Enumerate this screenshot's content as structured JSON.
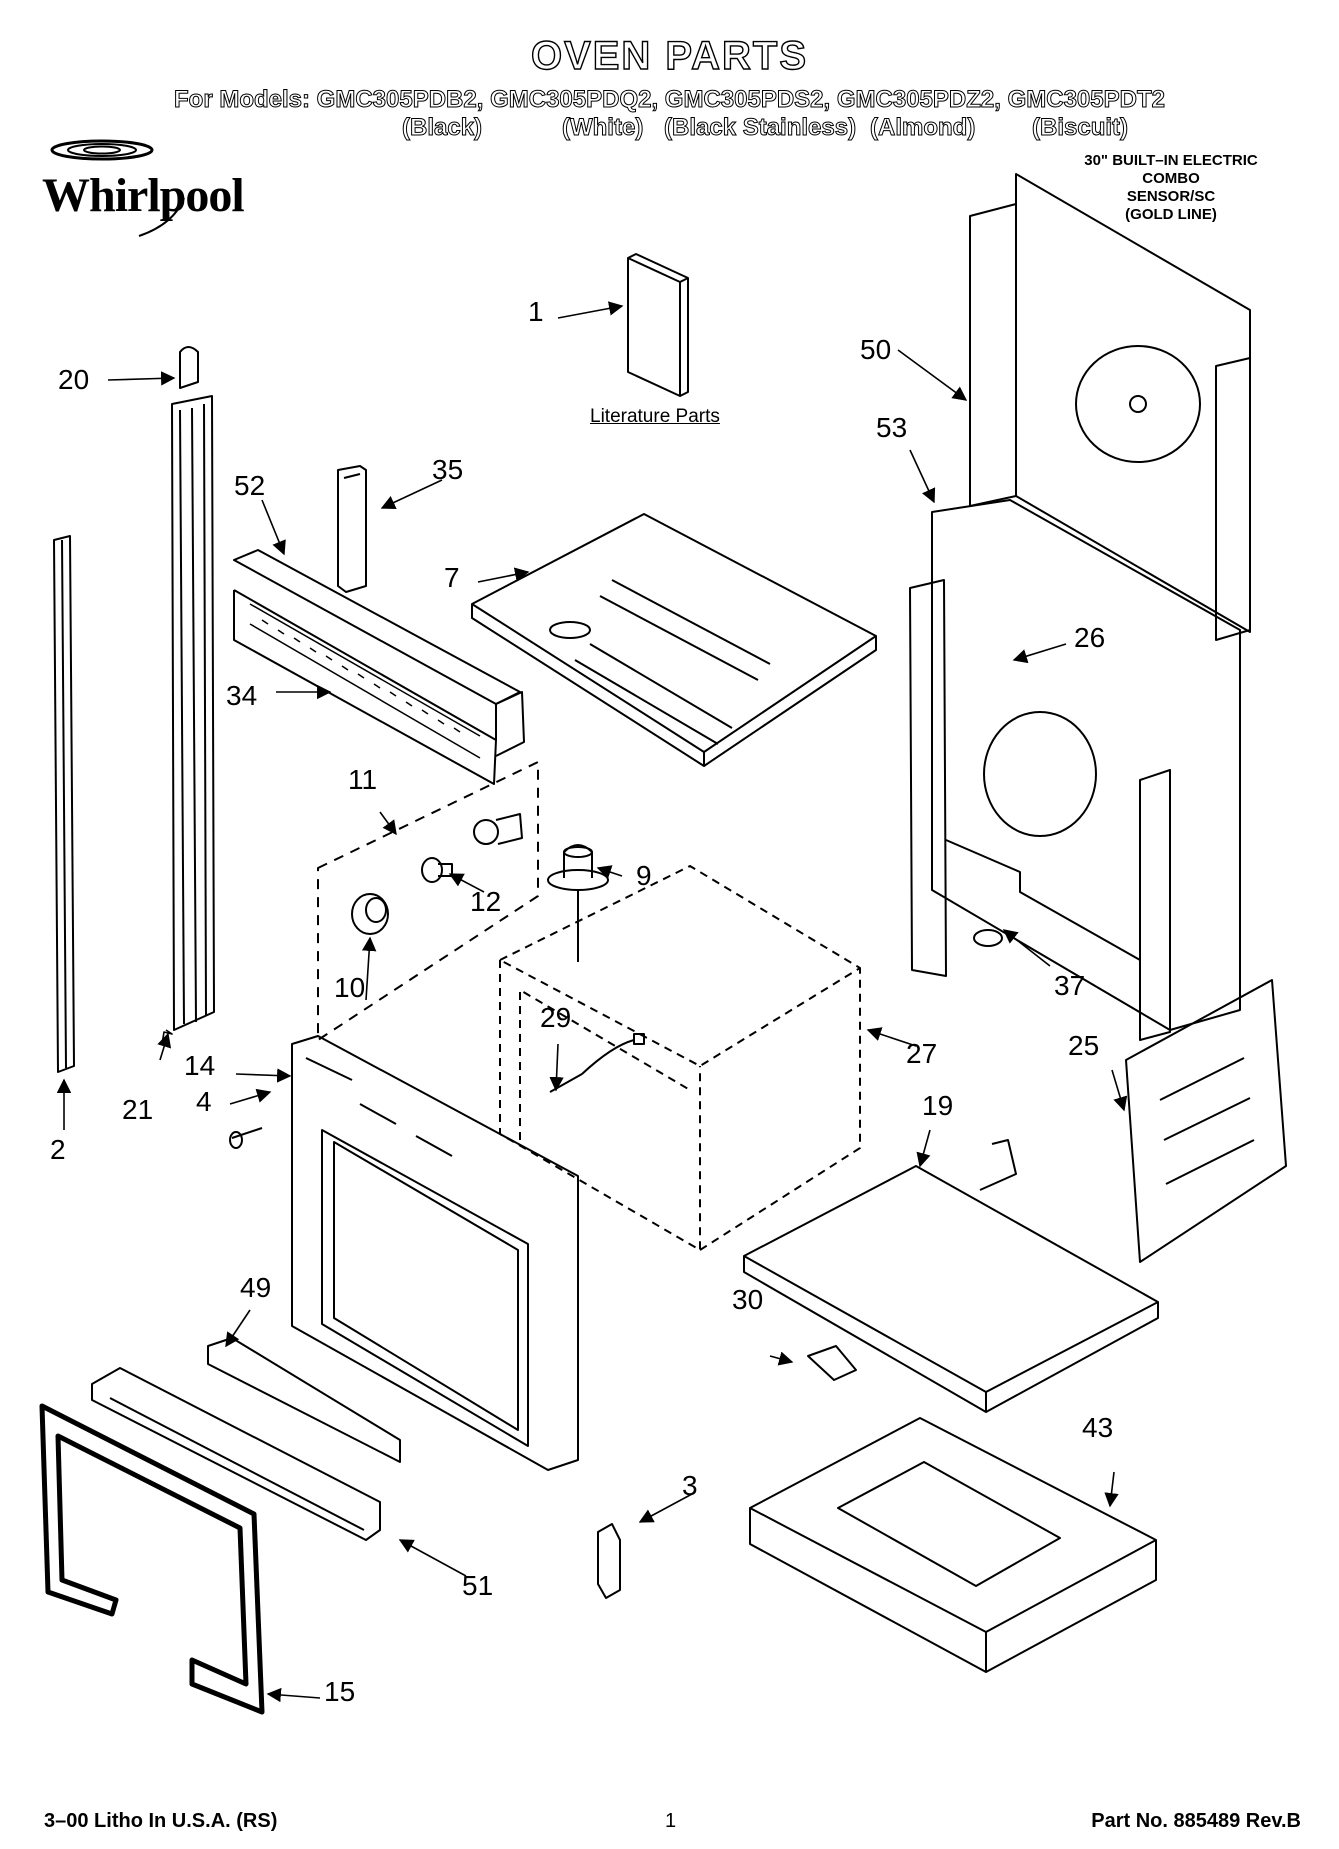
{
  "title": "OVEN PARTS",
  "models_line": "For Models: GMC305PDB2, GMC305PDQ2, GMC305PDS2, GMC305PDZ2, GMC305PDT2",
  "model_colors": [
    "(Black)",
    "(White)",
    "(Black Stainless)",
    "(Almond)",
    "(Biscuit)"
  ],
  "brand": "Whirlpool",
  "spec_lines": [
    "30\" BUILT–IN ELECTRIC",
    "COMBO",
    "SENSOR/SC",
    "(GOLD LINE)"
  ],
  "literature_label": "Literature Parts",
  "callouts": {
    "c1": "1",
    "c2": "2",
    "c3": "3",
    "c4": "4",
    "c7": "7",
    "c9": "9",
    "c10": "10",
    "c11": "11",
    "c12": "12",
    "c14": "14",
    "c15": "15",
    "c19": "19",
    "c20": "20",
    "c21": "21",
    "c25": "25",
    "c26": "26",
    "c27": "27",
    "c29": "29",
    "c30": "30",
    "c34": "34",
    "c35": "35",
    "c37": "37",
    "c43": "43",
    "c49": "49",
    "c50": "50",
    "c51": "51",
    "c52": "52",
    "c53": "53"
  },
  "footer": {
    "left": "3–00 Litho In U.S.A. (RS)",
    "center": "1",
    "right": "Part No. 8854​89 Rev.B"
  }
}
